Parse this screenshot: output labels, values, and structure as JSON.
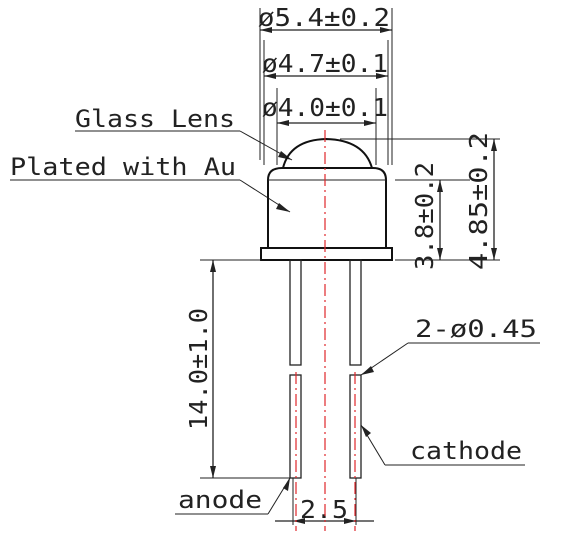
{
  "dimensions": {
    "dia_outer": "ø5.4±0.2",
    "dia_mid": "ø4.7±0.1",
    "dia_inner": "ø4.0±0.1",
    "height_body": "3.8±0.2",
    "height_total": "4.85±0.2",
    "lead_length": "14.0±1.0",
    "lead_diameter": "2-ø0.45",
    "lead_spacing": "2.5"
  },
  "labels": {
    "glass_lens": "Glass Lens",
    "plated": "Plated with Au",
    "anode": "anode",
    "cathode": "cathode"
  },
  "colors": {
    "centerline": "#e0272b",
    "lines": "#222222"
  }
}
